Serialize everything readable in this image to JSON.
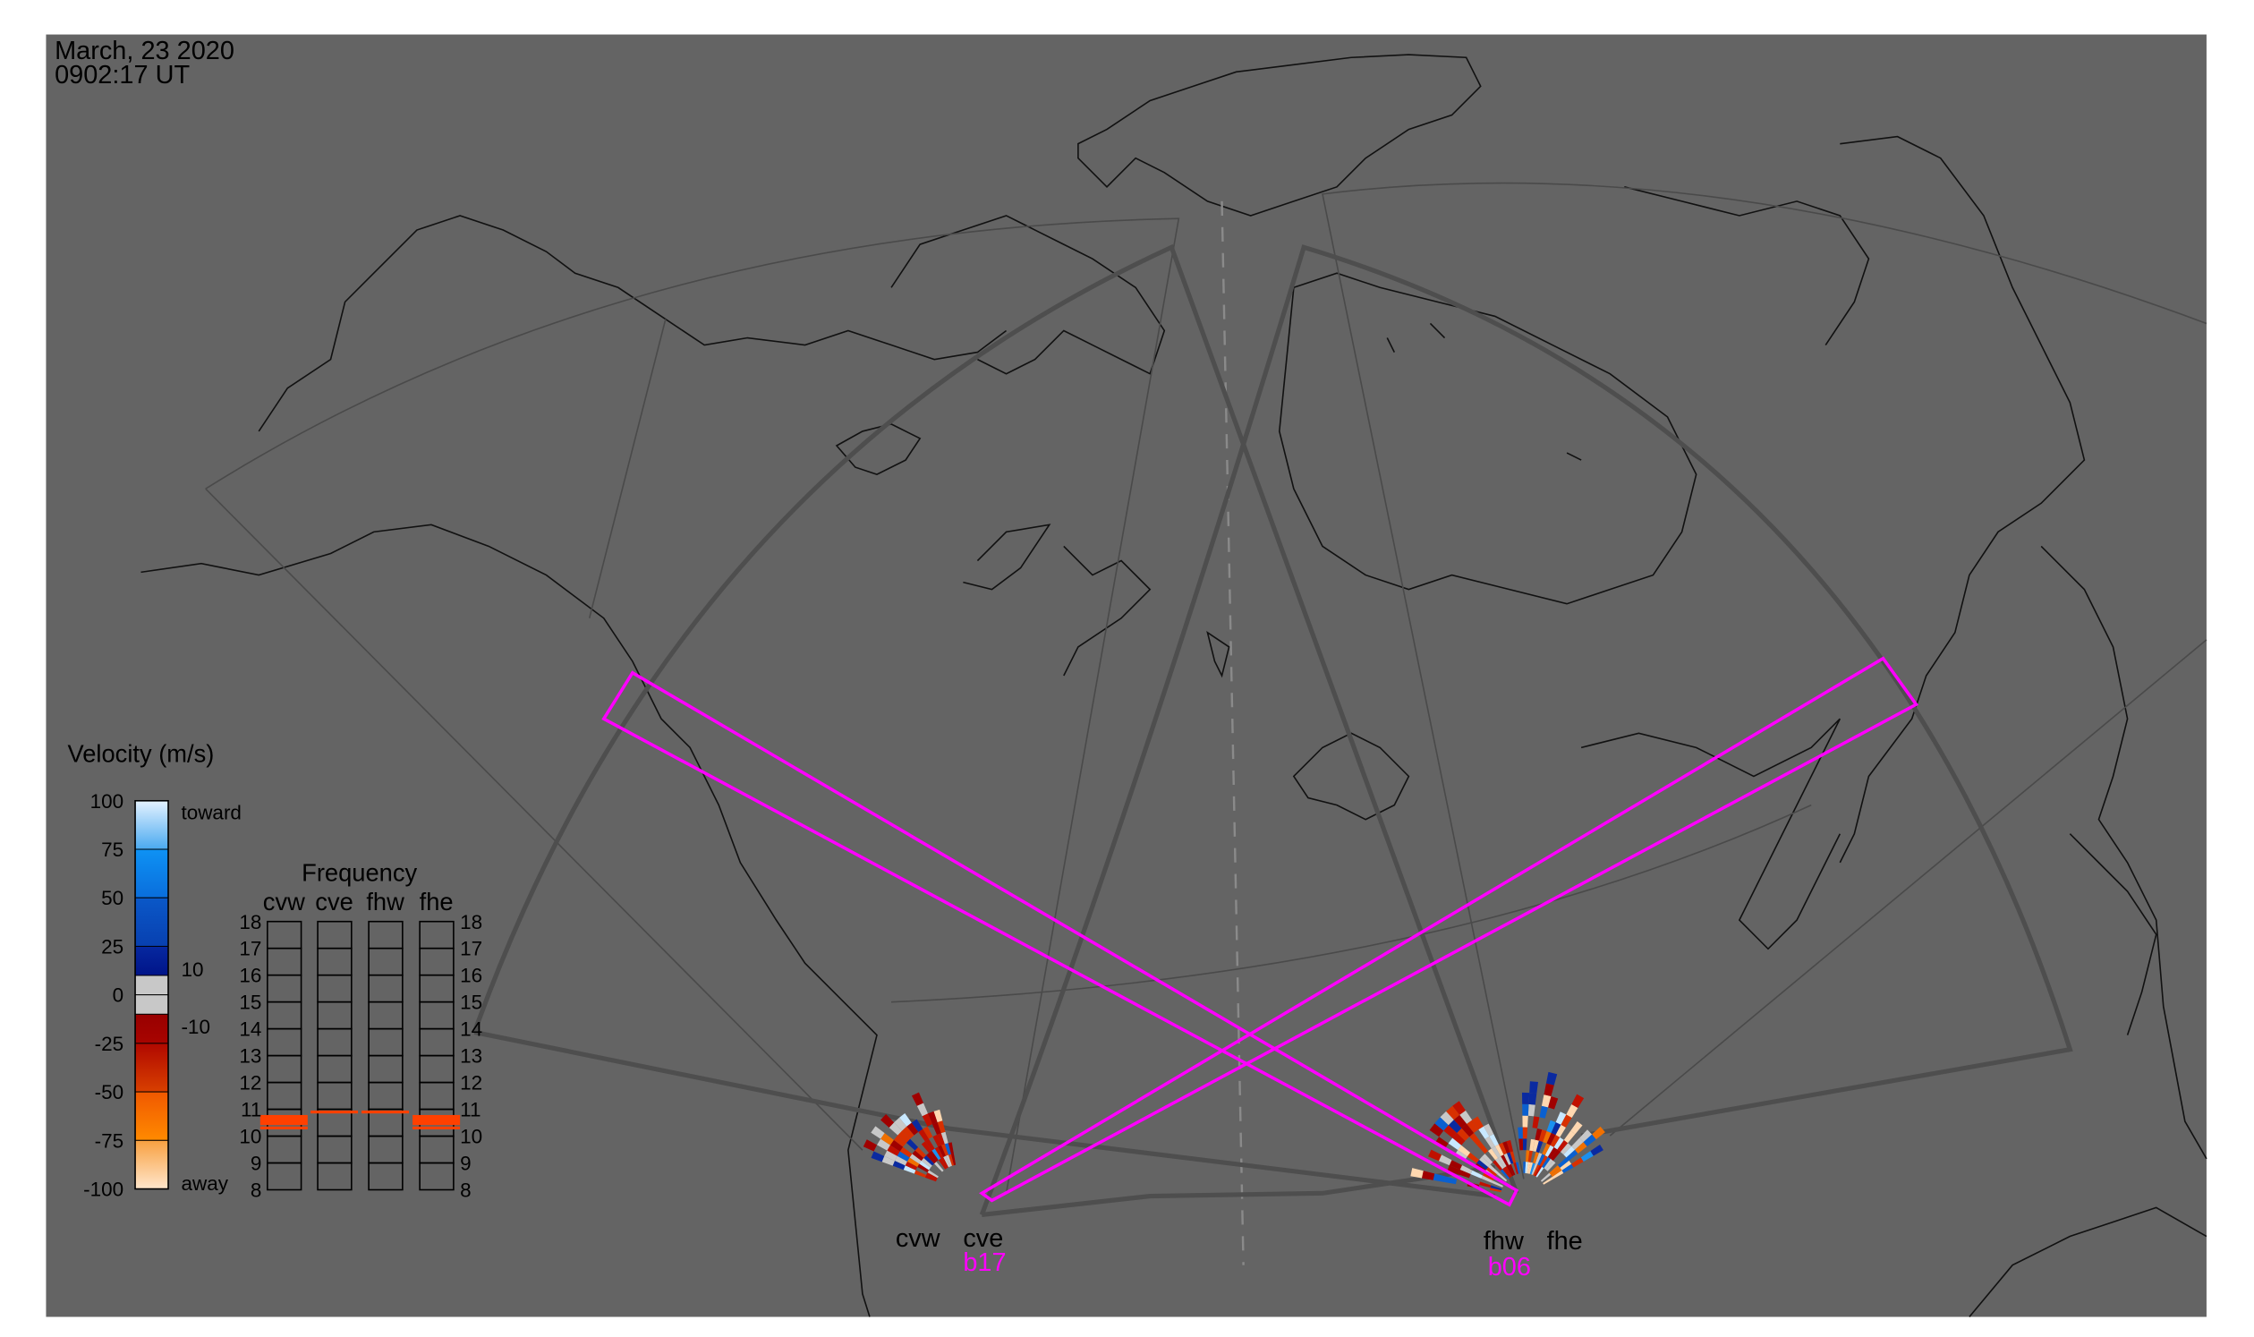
{
  "header": {
    "date": "March, 23 2020",
    "time": "0902:17 UT"
  },
  "colors": {
    "background": "#646464",
    "coast": "#111111",
    "fov_thick": "#4e4e4e",
    "fov_thin": "#4a4a4a",
    "beam": "#ff00ff",
    "freq_mark": "#ff4000"
  },
  "velocity_legend": {
    "title": "Velocity (m/s)",
    "ticks": [
      "100",
      "75",
      "50",
      "25",
      "0",
      "-25",
      "-50",
      "-75",
      "-100"
    ],
    "toward_label": "toward",
    "away_label": "away",
    "pos_threshold": "10",
    "neg_threshold": "-10",
    "segments": [
      {
        "from": 100,
        "to": 75,
        "color_top": "#e4f2ff",
        "color_bottom": "#4aaaf0"
      },
      {
        "from": 75,
        "to": 50,
        "color_top": "#0e92f4",
        "color_bottom": "#0a6edc"
      },
      {
        "from": 50,
        "to": 25,
        "color_top": "#0a58c8",
        "color_bottom": "#0840b0"
      },
      {
        "from": 25,
        "to": 10,
        "color_top": "#0628a0",
        "color_bottom": "#001488"
      },
      {
        "from": 10,
        "to": 0,
        "color_top": "#c8c8c8",
        "color_bottom": "#c8c8c8"
      },
      {
        "from": 0,
        "to": -10,
        "color_top": "#c8c8c8",
        "color_bottom": "#c8c8c8"
      },
      {
        "from": -10,
        "to": -25,
        "color_top": "#980000",
        "color_bottom": "#a80400"
      },
      {
        "from": -25,
        "to": -50,
        "color_top": "#b00800",
        "color_bottom": "#d84000"
      },
      {
        "from": -50,
        "to": -75,
        "color_top": "#f05800",
        "color_bottom": "#ff8a00"
      },
      {
        "from": -75,
        "to": -100,
        "color_top": "#f8a040",
        "color_bottom": "#ffe6cc"
      }
    ]
  },
  "frequency_panel": {
    "title": "Frequency",
    "radars": [
      "cvw",
      "cve",
      "fhw",
      "fhe"
    ],
    "scale": [
      "18",
      "17",
      "16",
      "15",
      "14",
      "13",
      "12",
      "11",
      "10",
      "9",
      "8"
    ],
    "freq_mhz": [
      10.6,
      10.9,
      10.9,
      10.6
    ],
    "mark_type": [
      "band",
      "line",
      "line",
      "band"
    ]
  },
  "radars": {
    "west_pair": {
      "left": "cvw",
      "right": "cve",
      "beam": "b17"
    },
    "east_pair": {
      "left": "fhw",
      "right": "fhe",
      "beam": "b06"
    }
  },
  "cell_palette": [
    "#a00000",
    "#c01000",
    "#d83000",
    "#c8c8c8",
    "#0a2aa0",
    "#0a60d0",
    "#1a90f0",
    "#f07000",
    "#ffd8b0",
    "#c8e8ff"
  ]
}
